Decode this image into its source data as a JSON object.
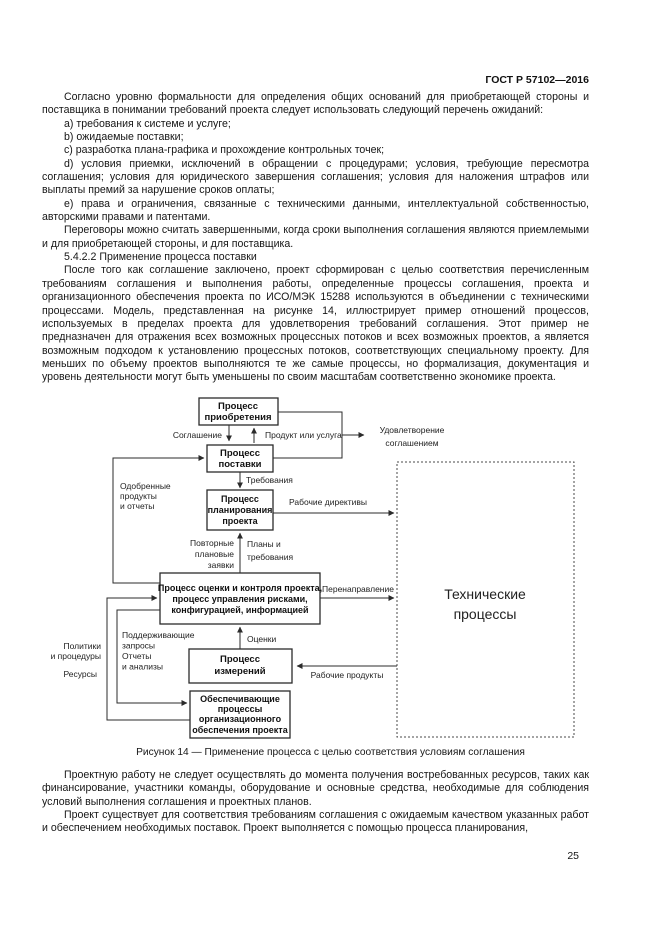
{
  "header": {
    "doc_number": "ГОСТ Р 57102—2016"
  },
  "footer": {
    "page_number": "25"
  },
  "body": {
    "p1": "Согласно уровню формальности для определения общих оснований для приобретающей стороны и поставщика в понимании требований проекта следует использовать следующий перечень ожиданий:",
    "item_a": "a) требования к системе и услуге;",
    "item_b": "b) ожидаемые поставки;",
    "item_c": "c) разработка плана-графика и прохождение контрольных точек;",
    "item_d": "d) условия приемки, исключений в обращении с процедурами; условия, требующие пересмотра соглашения; условия для юридического завершения соглашения; условия для наложения штрафов или выплаты премий за нарушение сроков оплаты;",
    "item_e": "e) права и ограничения, связанные с техническими данными, интеллектуальной собственностью, авторскими правами и патентами.",
    "p2": "Переговоры можно считать завершенными, когда сроки выполнения соглашения являются приемлемыми и для приобретающей стороны, и для поставщика.",
    "heading_5422": "5.4.2.2 Применение процесса поставки",
    "p3": "После того как соглашение заключено, проект сформирован с целью соответствия перечисленным требованиям соглашения и выполнения работы, определенные процессы соглашения, проекта и организационного обеспечения проекта по ИСО/МЭК 15288 используются в объединении с техническими процессами. Модель, представленная на рисунке 14, иллюстрирует пример отношений процессов, используемых в пределах проекта для удовлетворения требований соглашения. Этот пример не предназначен для отражения всех возможных процессных потоков и всех возможных проектов, а является возможным подходом к установлению процессных потоков, соответствующих специальному проекту. Для меньших по объему проектов выполняются те же самые процессы, но формализация, документация и уровень деятельности могут быть уменьшены по своим масштабам соответственно экономике проекта.",
    "p4": "Проектную работу не следует осуществлять до момента получения востребованных ресурсов, таких как финансирование, участники команды, оборудование и основные средства, необходимые для соблюдения условий выполнения соглашения и проектных планов.",
    "p5": "Проект существует для соответствия требованиям соглашения с ожидаемым качеством указанных работ и обеспечением необходимых поставок. Проект выполняется с помощью процесса планирования,"
  },
  "figure": {
    "caption": "Рисунок 14 — Применение процесса с целью соответствия условиям соглашения",
    "boxes": {
      "acquisition": [
        "Процесс",
        "приобретения"
      ],
      "supply": [
        "Процесс",
        "поставки"
      ],
      "planning": [
        "Процесс",
        "планирования",
        "проекта"
      ],
      "assessment": [
        "Процесс оценки и контроля проекта,",
        "процесс управления рисками,",
        "конфигурацией, информацией"
      ],
      "measurement": [
        "Процесс",
        "измерений"
      ],
      "enabling": [
        "Обеспечивающие",
        "процессы",
        "организационного",
        "обеспечения проекта"
      ],
      "technical": [
        "Технические",
        "процессы"
      ]
    },
    "labels": {
      "agreement": "Соглашение",
      "product_or_service": "Продукт или услуга",
      "satisfaction": [
        "Удовлетворение",
        "соглашением"
      ],
      "requirements": "Требования",
      "approved": [
        "Одобренные",
        "продукты",
        "и отчеты"
      ],
      "work_directives": "Рабочие директивы",
      "replanning": [
        "Повторные",
        "плановые",
        "заявки"
      ],
      "plans_requirements": [
        "Планы и",
        "требования"
      ],
      "redirection": "Перенаправление",
      "evaluations": "Оценки",
      "supporting": [
        "Поддерживающие",
        "запросы",
        "Отчеты",
        "и анализы"
      ],
      "policies": [
        "Политики",
        "и процедуры"
      ],
      "resources": "Ресурсы",
      "work_products": "Рабочие продукты"
    }
  }
}
